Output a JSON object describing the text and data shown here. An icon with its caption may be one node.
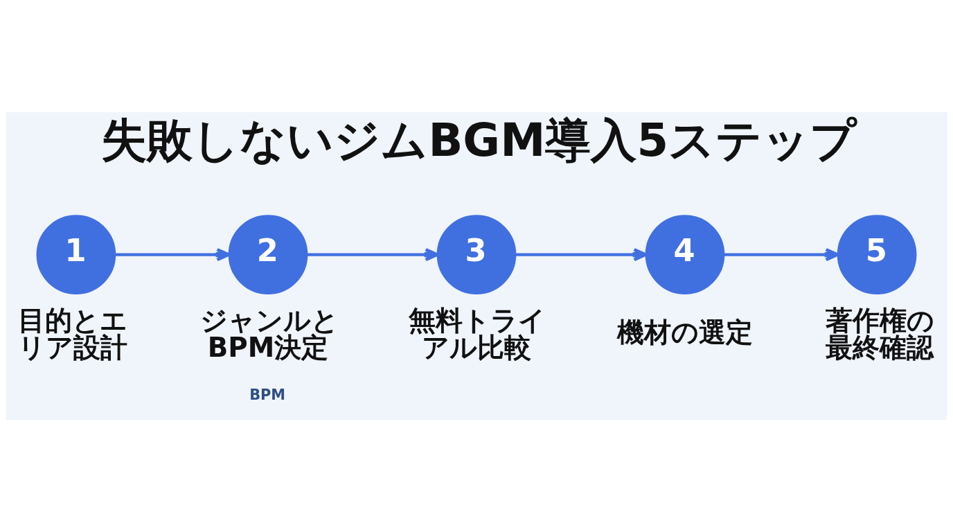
{
  "diagram": {
    "title": "失敗しないジムBGM導入5ステップ",
    "nodes": [
      {
        "text": [
          "1"
        ],
        "beside": [
          "目的とエリア設計"
        ]
      },
      {
        "text": [
          "2"
        ],
        "beside": [
          "ジャンルとBPM決定"
        ]
      },
      {
        "text": [
          "3"
        ],
        "beside": [
          "無料トライアル比較"
        ]
      },
      {
        "text": [
          "4"
        ],
        "beside": [
          "機材の選定"
        ]
      },
      {
        "text": [
          "5"
        ],
        "beside": [
          "著作権の最終確認"
        ]
      }
    ],
    "edges": [
      {
        "from": 0,
        "to": 1,
        "arrow": "to"
      },
      {
        "from": 1,
        "to": 2,
        "arrow": "to"
      },
      {
        "from": 2,
        "to": 3,
        "arrow": "to"
      },
      {
        "from": 3,
        "to": 4,
        "arrow": "to"
      }
    ],
    "labels": [
      "BPM"
    ]
  }
}
